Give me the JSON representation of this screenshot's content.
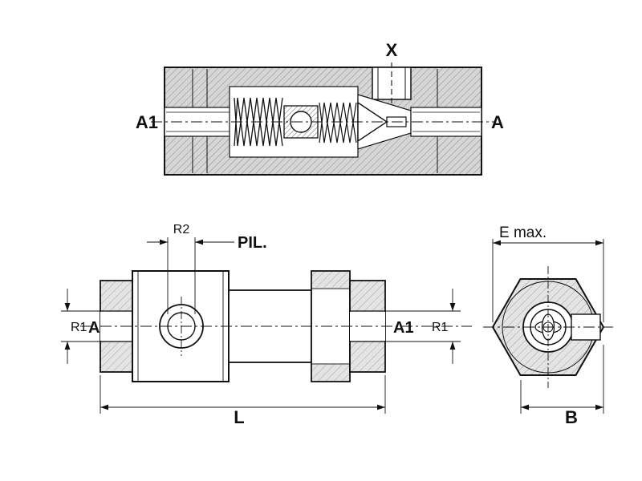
{
  "drawing": {
    "section_view": {
      "label_port_a1": "A1",
      "label_port_a": "A",
      "label_pilot_x": "X"
    },
    "side_view": {
      "dim_r2": "R2",
      "label_pilot": "PIL.",
      "dim_r1_left": "R1",
      "label_port_a": "A",
      "label_port_a1": "A1",
      "dim_r1_right": "R1",
      "dim_length": "L"
    },
    "end_view": {
      "dim_e_max": "E max.",
      "dim_width": "B"
    },
    "colors": {
      "line": "#111111",
      "body_fill": "#d6d6d6",
      "hatch_line": "#8f8f8f",
      "background": "#ffffff"
    }
  }
}
